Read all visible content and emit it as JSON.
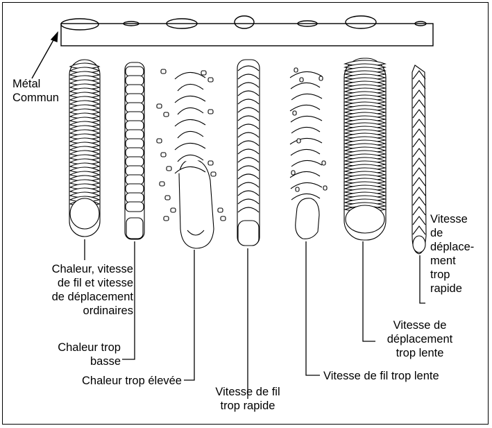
{
  "labels": {
    "base_metal": [
      "Métal",
      "Commun"
    ],
    "normal": [
      "Chaleur, vitesse",
      "de fil et vitesse",
      "de déplacement",
      "ordinaires"
    ],
    "heat_low": [
      "Chaleur trop",
      "basse"
    ],
    "heat_high": [
      "Chaleur trop élevée"
    ],
    "wire_fast": [
      "Vitesse de fil",
      "trop rapide"
    ],
    "wire_slow": [
      "Vitesse de fil trop lente"
    ],
    "travel_slow": [
      "Vitesse de",
      "déplacement",
      "trop lente"
    ],
    "travel_fast": [
      "Vitesse",
      "de",
      "déplace-",
      "ment",
      "trop",
      "rapide"
    ]
  },
  "colors": {
    "ink": "#000000",
    "paper": "#ffffff"
  }
}
